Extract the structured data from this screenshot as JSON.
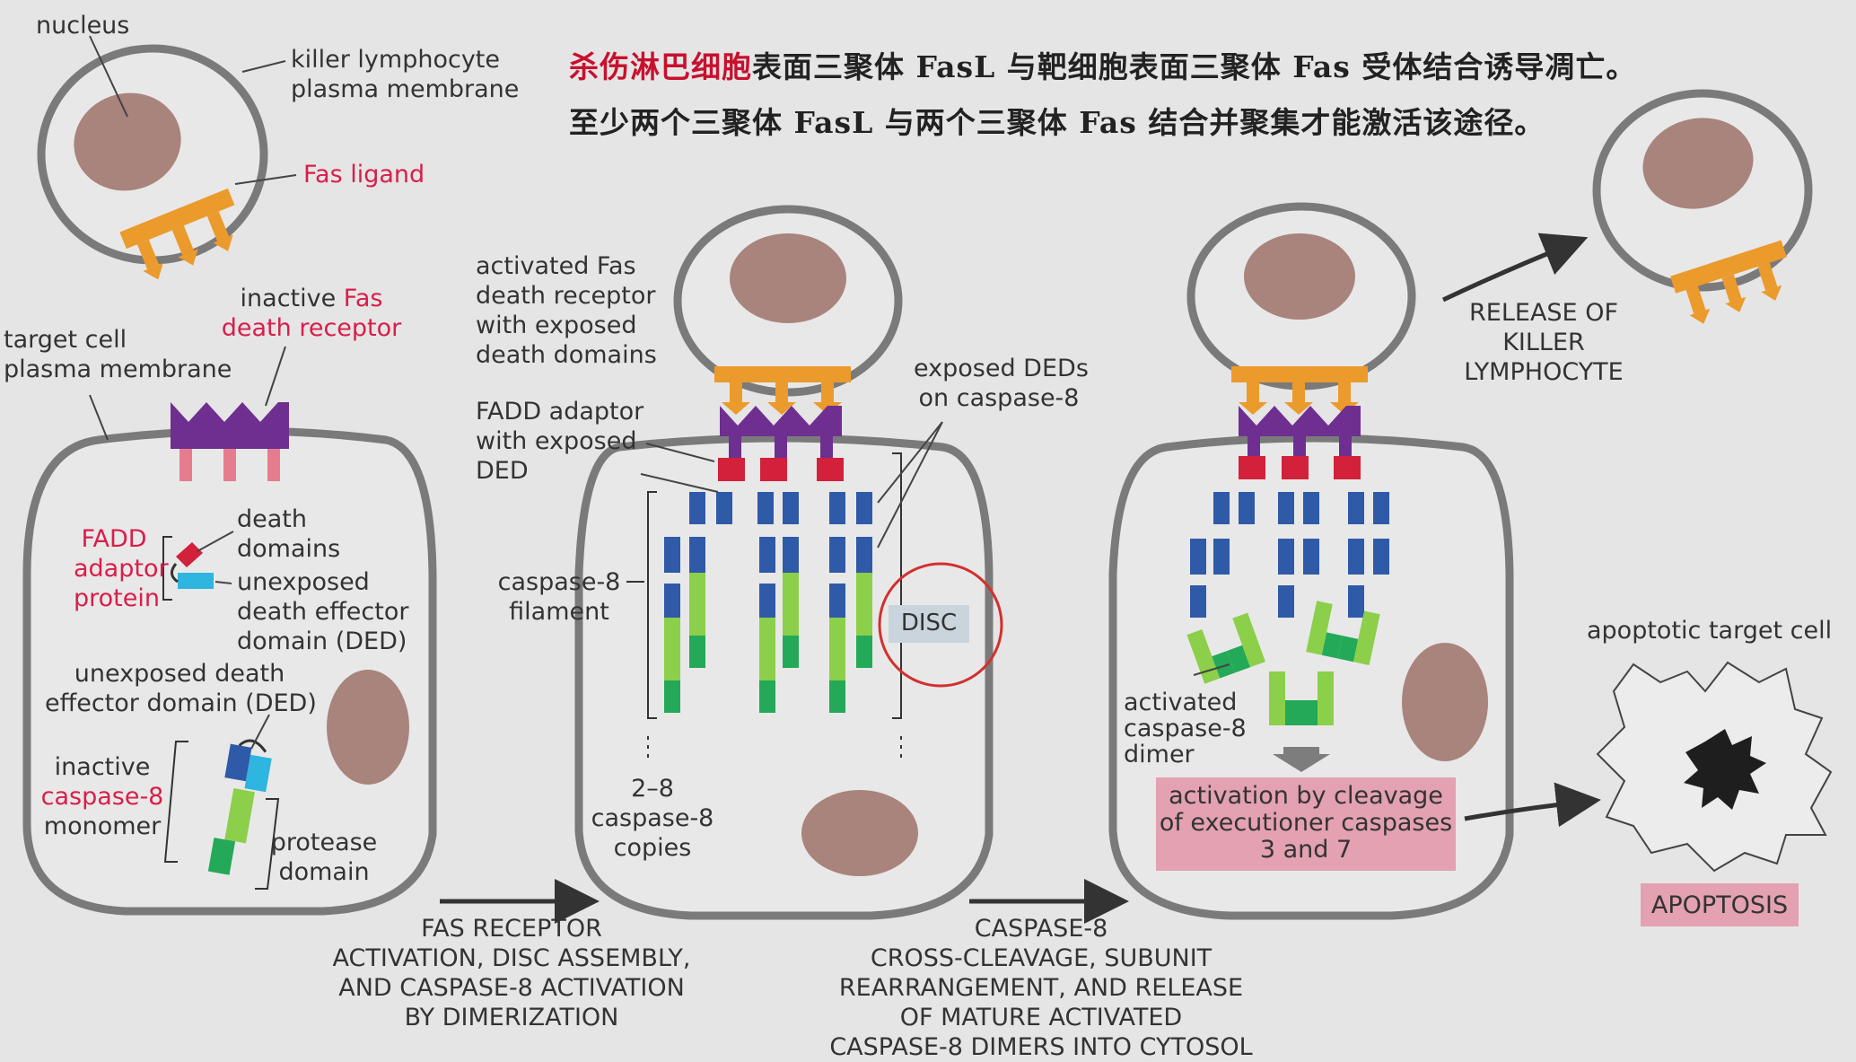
{
  "header": {
    "line1_highlight": "杀伤淋巴细胞",
    "line1_rest": "表面三聚体 FasL 与靶细胞表面三聚体 Fas 受体结合诱导凋亡。",
    "line2": "至少两个三聚体 FasL 与两个三聚体 Fas 结合并聚集才能激活该途径。"
  },
  "labels": {
    "nucleus": "nucleus",
    "killer_membrane_1": "killer lymphocyte",
    "killer_membrane_2": "plasma membrane",
    "fas_ligand": "Fas ligand",
    "inactive_1": "inactive ",
    "inactive_fas": "Fas",
    "death_receptor": "death receptor",
    "target_1": "target cell",
    "target_2": "plasma membrane",
    "death_domains_1": "death",
    "death_domains_2": "domains",
    "fadd_1": "FADD",
    "fadd_2": "adaptor",
    "fadd_3": "protein",
    "unexposed_1": "unexposed",
    "unexposed_2": "death effector",
    "unexposed_3": "domain (DED)",
    "unexposed_ded_1": "unexposed death",
    "unexposed_ded_2": "effector domain (DED)",
    "inactive_c8_1": "inactive",
    "inactive_c8_2": "caspase-8",
    "inactive_c8_3": "monomer",
    "protease_1": "protease",
    "protease_2": "domain",
    "activated_fas_1": "activated Fas",
    "activated_fas_2": "death receptor",
    "activated_fas_3": "with exposed",
    "activated_fas_4": "death domains",
    "fadd_exposed_1": "FADD adaptor",
    "fadd_exposed_2": "with exposed",
    "fadd_exposed_3": "DED",
    "exposed_deds_1": "exposed DEDs",
    "exposed_deds_2": "on caspase-8",
    "filament_1": "caspase-8",
    "filament_2": "filament",
    "disc": "DISC",
    "copies_1": "2–8",
    "copies_2": "caspase-8",
    "copies_3": "copies",
    "release_1": "RELEASE OF",
    "release_2": "KILLER",
    "release_3": "LYMPHOCYTE",
    "activated_dimer_1": "activated",
    "activated_dimer_2": "caspase-8",
    "activated_dimer_3": "dimer",
    "executioner_1": "activation by cleavage",
    "executioner_2": "of executioner caspases",
    "executioner_3": "3 and 7",
    "apoptotic_cell": "apoptotic target cell",
    "apoptosis": "APOPTOSIS",
    "step1_1": "FAS RECEPTOR",
    "step1_2": "ACTIVATION, DISC ASSEMBLY,",
    "step1_3": "AND CASPASE-8 ACTIVATION",
    "step1_4": "BY DIMERIZATION",
    "step2_1": "CASPASE-8",
    "step2_2": "CROSS-CLEAVAGE, SUBUNIT",
    "step2_3": "REARRANGEMENT, AND RELEASE",
    "step2_4": "OF MATURE ACTIVATED",
    "step2_5": "CASPASE-8 DIMERS INTO CYTOSOL"
  },
  "colors": {
    "background": "#e6e5e5",
    "membrane": "#7a7a7a",
    "nucleus": "#a8847c",
    "fas_ligand": "#eb9a2c",
    "fas_receptor": "#6e2f91",
    "death_domain": "#d3203b",
    "ded_blue": "#2f5aa8",
    "caspase_light_green": "#8ccf4a",
    "caspase_dark_green": "#23a957",
    "highlight_pink": "#e3a1b1",
    "label_red": "#d81e4a"
  }
}
